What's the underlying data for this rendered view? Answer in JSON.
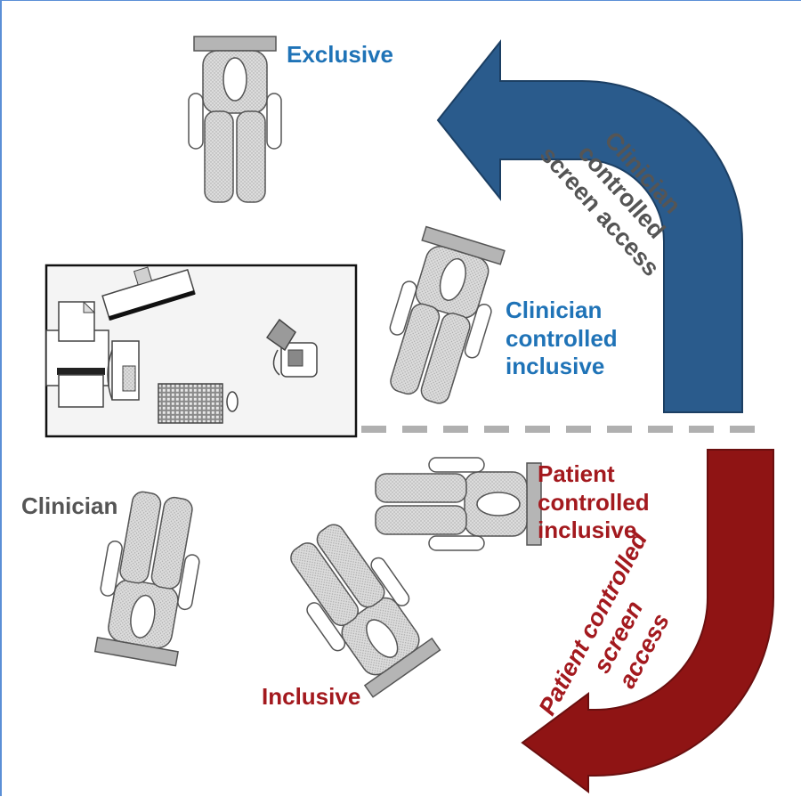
{
  "labels": {
    "exclusive": "Exclusive",
    "clinician_controlled_inclusive": [
      "Clinician",
      "controlled",
      "inclusive"
    ],
    "patient_controlled_inclusive": [
      "Patient",
      "controlled",
      "inclusive"
    ],
    "clinician": "Clinician",
    "inclusive": "Inclusive"
  },
  "arrows": {
    "clinician_screen_access": [
      "Clinician",
      "controlled",
      "screen access"
    ],
    "patient_screen_access": [
      "Patient controlled",
      "screen",
      "access"
    ]
  },
  "colors": {
    "blue_label": "#1f73b7",
    "red_label": "#a3191e",
    "blue_arrow": "#2a5b8c",
    "red_arrow": "#8f1414",
    "gray_text": "#555555",
    "divider": "#b0b0b0"
  }
}
